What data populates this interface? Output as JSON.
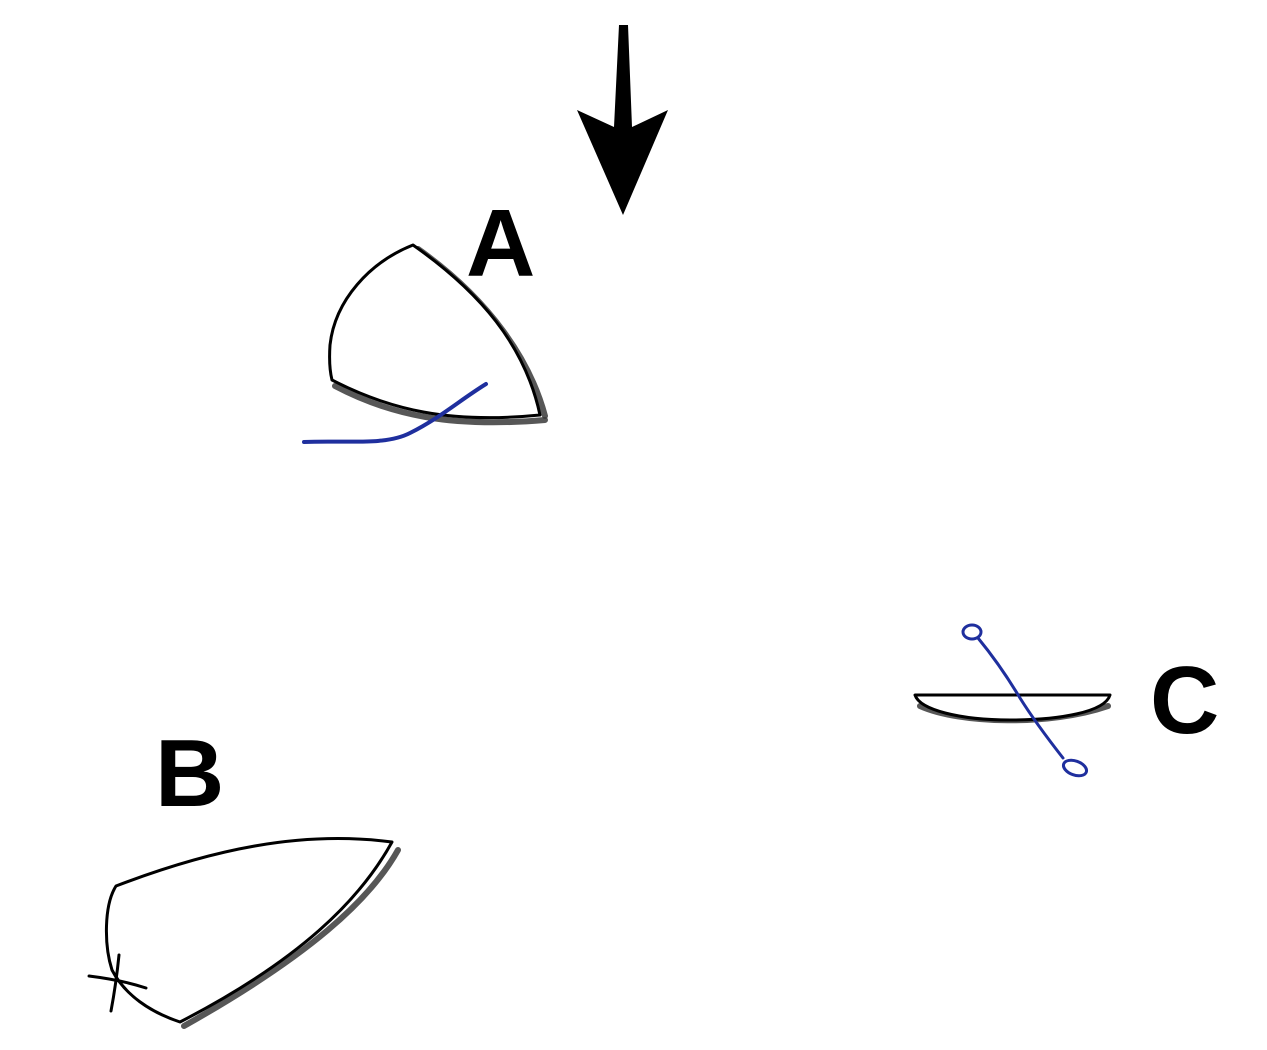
{
  "labels": {
    "a": "A",
    "b": "B",
    "c": "C"
  },
  "colors": {
    "outline": "#000000",
    "line_blue": "#1f2f9e",
    "background": "#ffffff"
  },
  "icons": {
    "arrow": "down-arrow-icon",
    "mark": "cross-mark-icon"
  }
}
